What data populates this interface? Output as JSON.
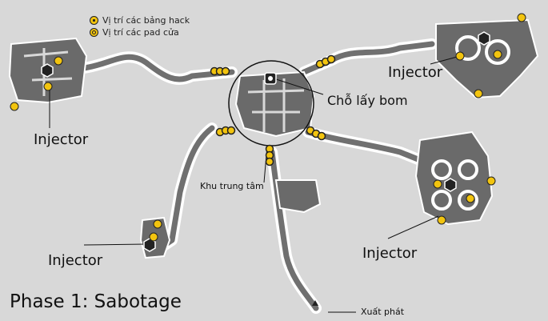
{
  "legend": {
    "hack_panels": "Vị trí các bảng hack",
    "door_pads": "Vị trí các pad cửa"
  },
  "labels": {
    "injector_top_left": "Injector",
    "injector_top_right": "Injector",
    "injector_bottom_left": "Injector",
    "injector_bottom_right": "Injector",
    "bomb_pickup": "Chỗ lấy bom",
    "central_area": "Khu trung tâm",
    "start": "Xuất phát"
  },
  "phase_title": "Phase 1: Sabotage",
  "colors": {
    "background": "#d8d8d8",
    "corridor": "#ffffff",
    "wall": "#666666",
    "marker": "#f2c40f",
    "injector": "#222222"
  },
  "icons": {
    "hack_panel": "lock-icon",
    "door_pad": "ring-icon",
    "injector": "hexagon-icon",
    "bomb": "bomb-icon",
    "start": "triangle-icon"
  }
}
